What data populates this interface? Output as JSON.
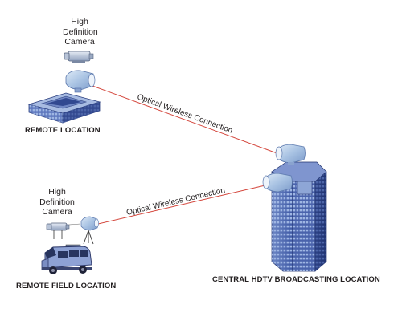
{
  "labels": {
    "camera_top": [
      "High",
      "Definition",
      "Camera"
    ],
    "camera_field": [
      "High",
      "Definition",
      "Camera"
    ],
    "remote_location": "REMOTE LOCATION",
    "remote_field_location": "REMOTE FIELD LOCATION",
    "central_location": "CENTRAL HDTV BROADCASTING LOCATION",
    "connection_upper": "Optical Wireless Connection",
    "connection_lower": "Optical Wireless Connection"
  },
  "colors": {
    "link_line": "#d4463c",
    "building_blue": "#3f5aa6",
    "terminal_blue": "#a9c3e3",
    "text": "#231f20"
  },
  "icons": [
    "hd-camera-icon",
    "optical-terminal-icon",
    "low-building-icon",
    "tripod-icon",
    "van-icon",
    "skyscraper-icon"
  ]
}
